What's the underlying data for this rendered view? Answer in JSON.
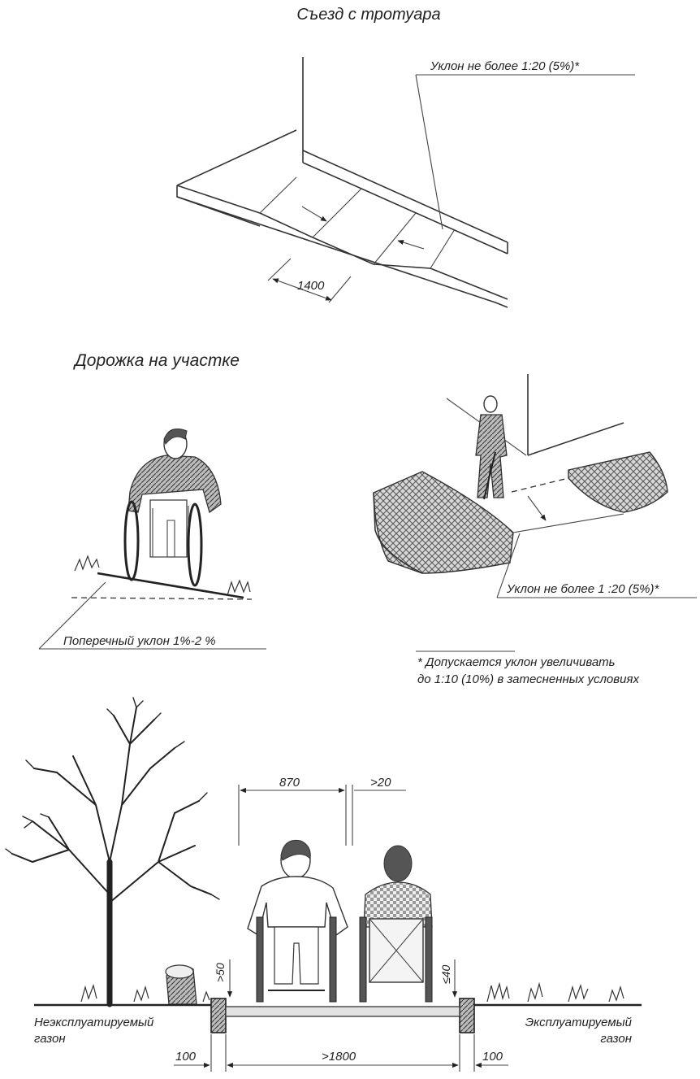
{
  "ramp_section": {
    "title": "Съезд с тротуара",
    "slope_label": "Уклон не более 1:20 (5%)*",
    "width_dim": "1400"
  },
  "path_section": {
    "title": "Дорожка на участке",
    "cross_slope_label": "Поперечный уклон 1%-2 %",
    "slope_label": "Уклон не более 1 :20 (5%)*",
    "footnote_line1": "*  Допускается уклон увеличивать",
    "footnote_line2": "до 1:10 (10%) в затесненных условиях"
  },
  "cross_section": {
    "dim_wheelchair": "870",
    "dim_gap": ">20",
    "dim_curb_left": ">50",
    "dim_curb_right": "≤40",
    "dim_path_width": ">1800",
    "dim_edge_left": "100",
    "dim_edge_right": "100",
    "lawn_left_line1": "Неэксплуатируемый",
    "lawn_left_line2": "газон",
    "lawn_right_line1": "Эксплуатируемый",
    "lawn_right_line2": "газон"
  }
}
